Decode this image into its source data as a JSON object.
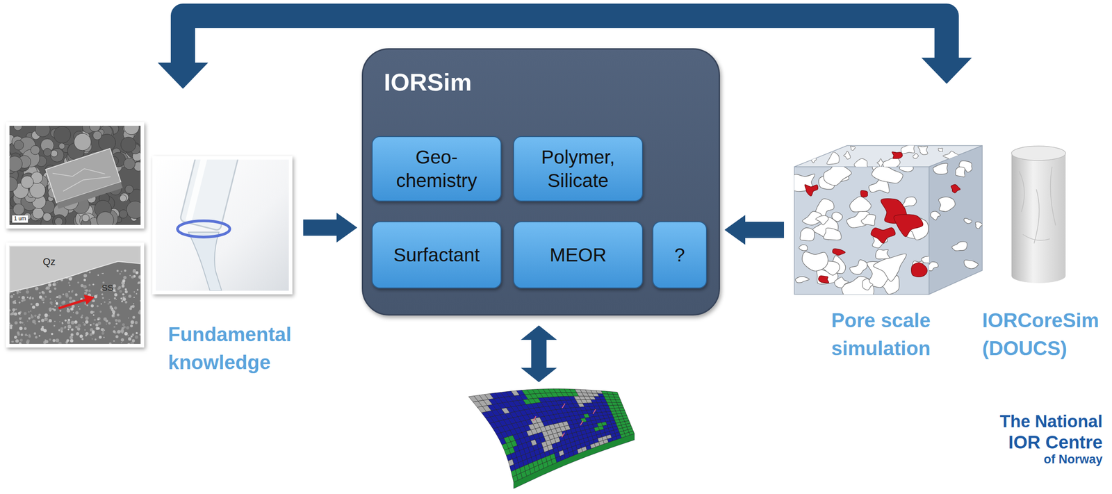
{
  "diagram": {
    "nodes": [
      {
        "text": [
          "Fundamental knowledge"
        ]
      },
      {
        "text": [
          "IORSim"
        ]
      },
      {
        "text": [
          "Geo- chemistry"
        ],
        "in": 1
      },
      {
        "text": [
          "Polymer, Silicate"
        ],
        "in": 1
      },
      {
        "text": [
          "Surfactant"
        ],
        "in": 1
      },
      {
        "text": [
          "MEOR"
        ],
        "in": 1
      },
      {
        "text": [
          "?"
        ],
        "in": 1
      },
      {
        "text": [
          "Pore scale simulation"
        ]
      },
      {
        "text": [
          "IORCoreSim (DOUCS)"
        ]
      }
    ],
    "edges": [
      {
        "from": 0,
        "to": 1,
        "arrow": "to"
      },
      {
        "from": 7,
        "to": 1,
        "arrow": "to"
      },
      {
        "from": 0,
        "to": 7,
        "arrow": "both"
      }
    ],
    "labels": [
      "1 um",
      "Qz",
      "SS",
      "The National",
      "IOR Centre",
      "of Norway"
    ]
  }
}
